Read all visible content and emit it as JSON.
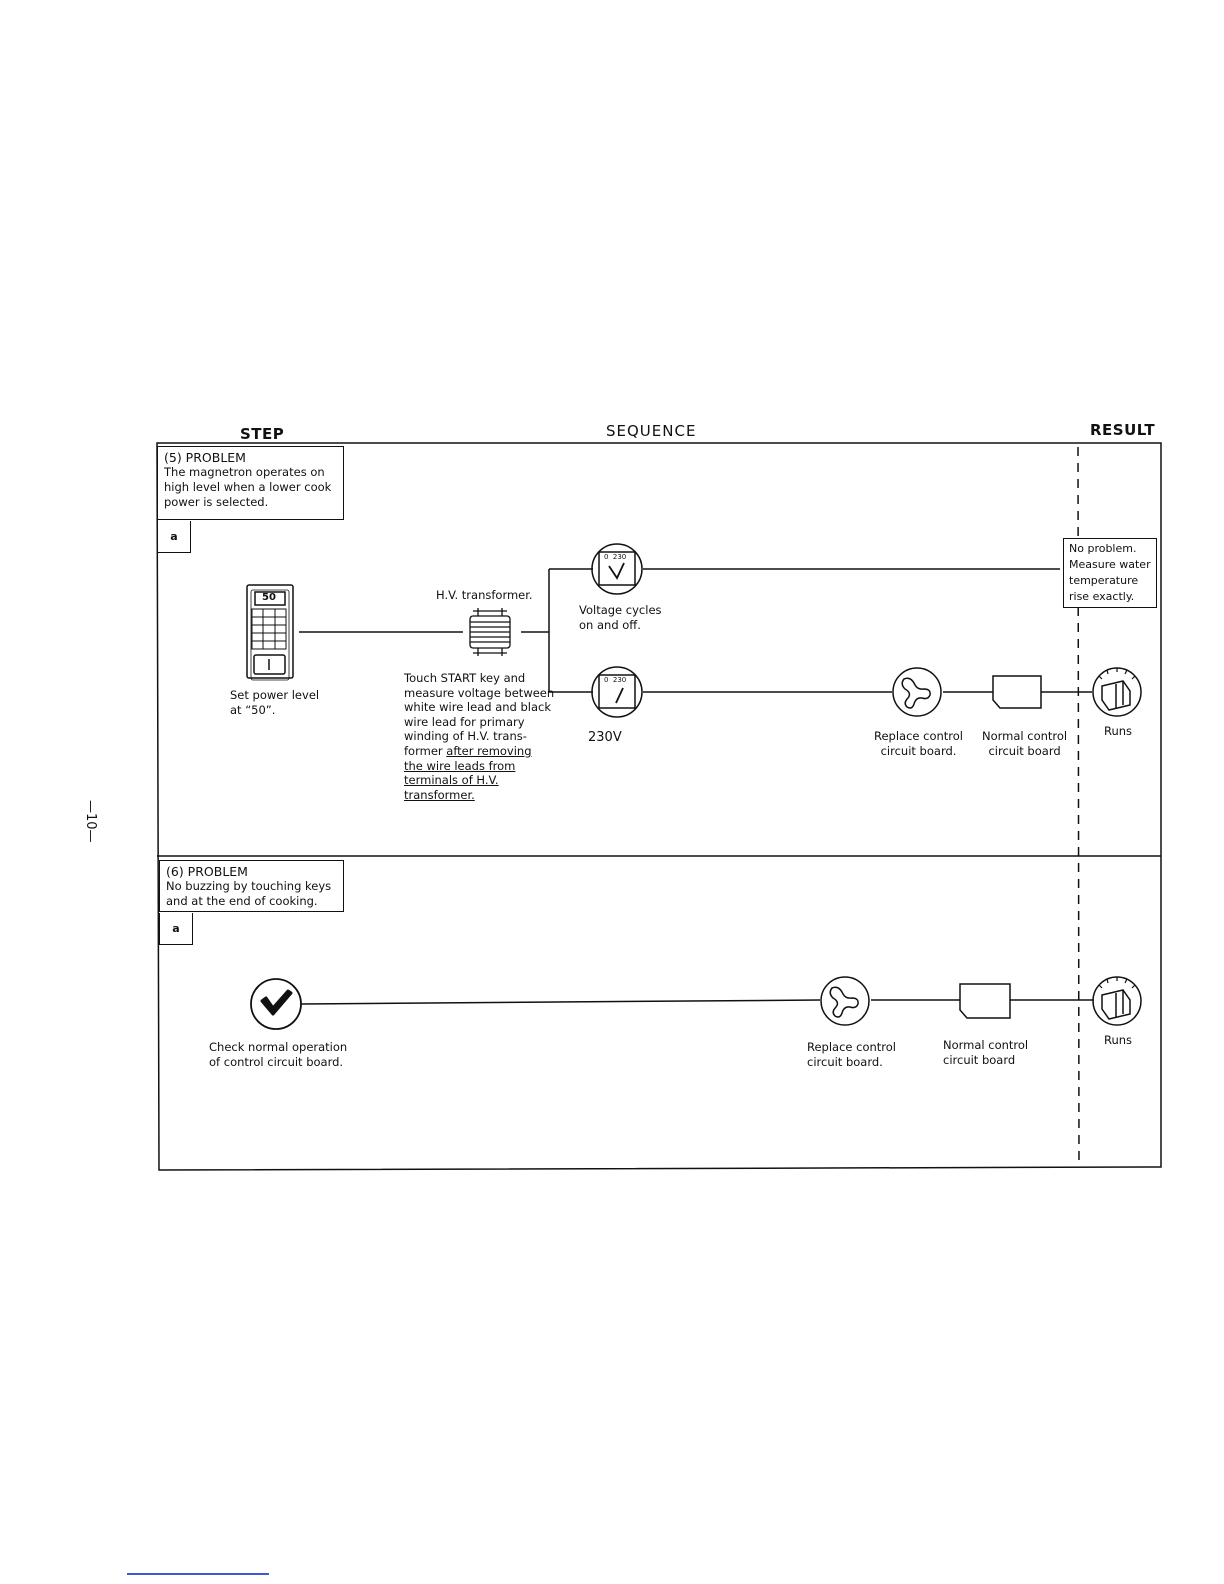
{
  "headers": {
    "step": "STEP",
    "sequence": "SEQUENCE",
    "result": "RESULT"
  },
  "page_number": "—10—",
  "problem5": {
    "title": "(5) PROBLEM",
    "lines": [
      "The magnetron operates on",
      "high level when a lower cook",
      "power is selected."
    ],
    "step_tag": "a",
    "keypad_display": "50",
    "set_power_label": [
      "Set power level",
      "at “50”."
    ],
    "transformer_label": "H.V. transformer.",
    "touch_note": [
      "Touch START key and",
      "measure voltage between",
      "white wire lead and black",
      "wire lead for primary",
      "winding of H.V. trans-"
    ],
    "touch_note_mixed": {
      "plain": "former ",
      "underlined": "after removing"
    },
    "touch_note_underlined": [
      "the wire leads from",
      "terminals of H.V.",
      "transformer."
    ],
    "meter_scale": "0  230",
    "meter2_scale": "0  230",
    "voltage_cycles": [
      "Voltage cycles",
      "on and off."
    ],
    "voltage_value": "230V",
    "replace_label": [
      "Replace control",
      "circuit board."
    ],
    "normal_label": [
      "Normal control",
      "circuit board"
    ],
    "no_problem": [
      "No problem.",
      "Measure water",
      "temperature",
      "rise exactly."
    ],
    "runs": "Runs"
  },
  "problem6": {
    "title": "(6) PROBLEM",
    "lines": [
      "No buzzing by touching keys",
      "and at the end of cooking."
    ],
    "step_tag": "a",
    "check_label": [
      "Check normal operation",
      "of control circuit board."
    ],
    "replace_label": [
      "Replace control",
      "circuit board."
    ],
    "normal_label": [
      "Normal control",
      "circuit board"
    ],
    "runs": "Runs"
  }
}
